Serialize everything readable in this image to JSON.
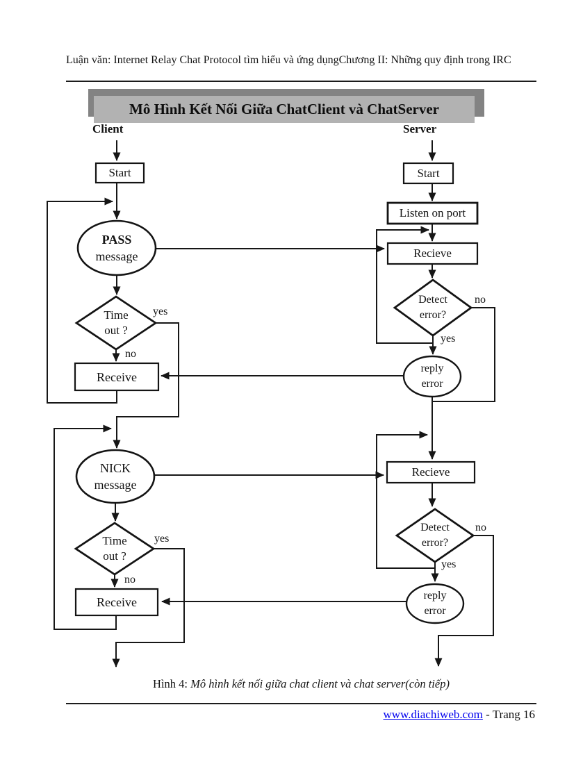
{
  "page": {
    "header_text": "Luận văn: Internet Relay Chat Protocol tìm hiểu và ứng dụngChương II: Những quy định trong IRC",
    "banner_title": "Mô Hình Kết Nối Giữa ChatClient và ChatServer",
    "caption": {
      "prefix": "Hình 4: ",
      "body": "Mô hình kết nối giữa chat client và chat server(còn tiếp)"
    },
    "footer": {
      "link_text": "www.diachiweb.com",
      "suffix": " - Trang 16"
    }
  },
  "diagram": {
    "columns": {
      "client": "Client",
      "server": "Server"
    },
    "nodes": {
      "c_start": "Start",
      "pass_l1": "PASS",
      "pass_l2": "message",
      "t1_l1": "Time",
      "t1_l2": "out ?",
      "c_receive1": "Receive",
      "nick_l1": "NICK",
      "nick_l2": "message",
      "t2_l1": "Time",
      "t2_l2": "out ?",
      "c_receive2": "Receive",
      "s_start": "Start",
      "listen": "Listen on port",
      "s_recieve1": "Recieve",
      "d1_l1": "Detect",
      "d1_l2": "error?",
      "r1_l1": "reply",
      "r1_l2": "error",
      "s_recieve2": "Recieve",
      "d2_l1": "Detect",
      "d2_l2": "error?",
      "r2_l1": "reply",
      "r2_l2": "error"
    },
    "edge_labels": {
      "c_yes1": "yes",
      "c_no1": "no",
      "c_yes2": "yes",
      "c_no2": "no",
      "s_no1": "no",
      "s_yes1": "yes",
      "s_no2": "no",
      "s_yes2": "yes"
    },
    "colors": {
      "line": "#161616",
      "banner_light": "#b2b2b2",
      "banner_shadow": "#838383",
      "link_blue": "#0000ee"
    }
  }
}
